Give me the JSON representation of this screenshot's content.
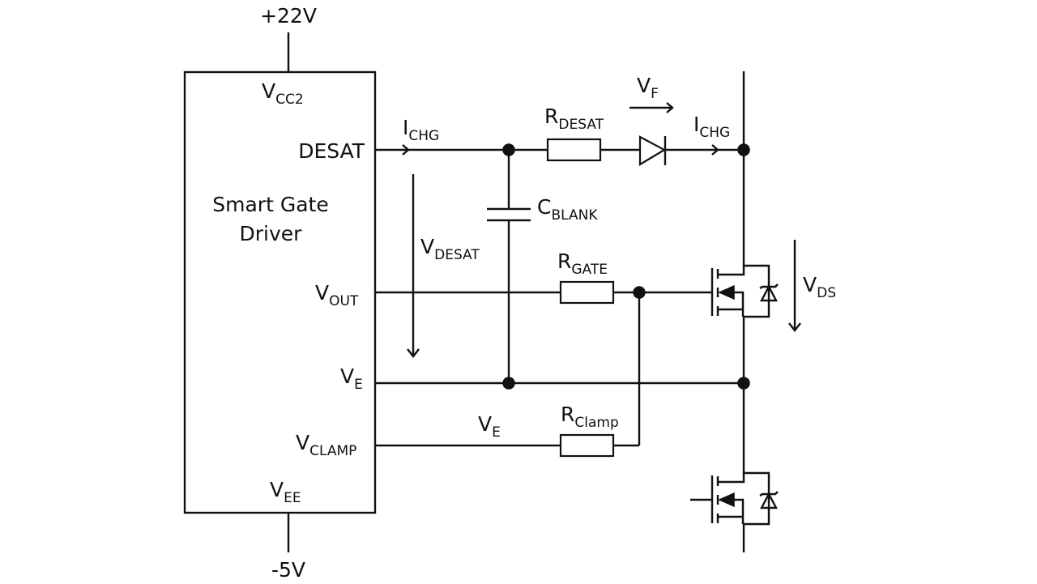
{
  "supply": {
    "top": "+22V",
    "bottom": "-5V"
  },
  "driver": {
    "title_line1": "Smart Gate",
    "title_line2": "Driver"
  },
  "pins": {
    "vcc2": {
      "main": "V",
      "sub": "CC2"
    },
    "desat": {
      "main": "DESAT"
    },
    "vout": {
      "main": "V",
      "sub": "OUT"
    },
    "ve": {
      "main": "V",
      "sub": "E"
    },
    "vclamp": {
      "main": "V",
      "sub": "CLAMP"
    },
    "vee": {
      "main": "V",
      "sub": "EE"
    }
  },
  "labels": {
    "ichg_left": {
      "main": "I",
      "sub": "CHG"
    },
    "ichg_right": {
      "main": "I",
      "sub": "CHG"
    },
    "rdesat": {
      "main": "R",
      "sub": "DESAT"
    },
    "vf": {
      "main": "V",
      "sub": "F"
    },
    "cblank": {
      "main": "C",
      "sub": "BLANK"
    },
    "vdesat": {
      "main": "V",
      "sub": "DESAT"
    },
    "rgate": {
      "main": "R",
      "sub": "GATE"
    },
    "vds": {
      "main": "V",
      "sub": "DS"
    },
    "ve_clamp": {
      "main": "V",
      "sub": "E"
    },
    "rclamp": {
      "main": "R",
      "sub": "Clamp"
    }
  }
}
